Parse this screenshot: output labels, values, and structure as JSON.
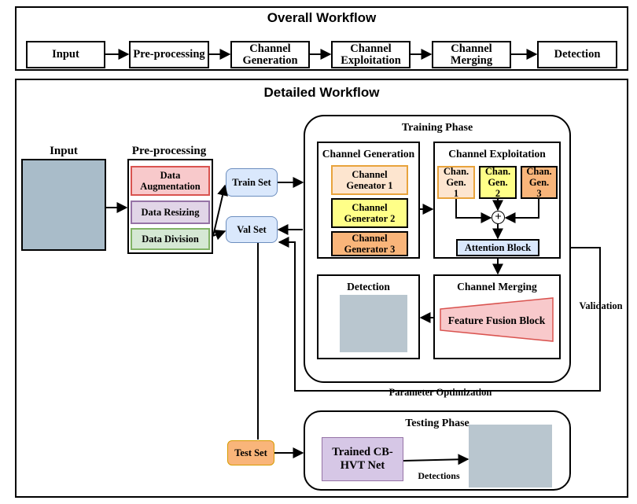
{
  "overall": {
    "title": "Overall Workflow",
    "steps": [
      "Input",
      "Pre-processing",
      "Channel Generation",
      "Channel Exploitation",
      "Channel Merging",
      "Detection"
    ]
  },
  "detailed": {
    "title": "Detailed Workflow",
    "input_label": "Input",
    "preprocessing": {
      "title": "Pre-processing",
      "items": [
        "Data Augmentation",
        "Data Resizing",
        "Data Division"
      ]
    },
    "train_set": "Train Set",
    "val_set": "Val Set",
    "test_set": "Test Set",
    "training_phase": {
      "title": "Training Phase",
      "channel_generation": {
        "title": "Channel Generation",
        "items": [
          "Channel Geneator 1",
          "Channel Generator 2",
          "Channel Generator 3"
        ]
      },
      "channel_exploitation": {
        "title": "Channel Exploitation",
        "gens": [
          "Chan. Gen. 1",
          "Chan. Gen. 2",
          "Chan. Gen. 3"
        ],
        "sum_symbol": "+",
        "attention": "Attention Block"
      },
      "channel_merging": {
        "title": "Channel Merging",
        "fusion": "Feature Fusion Block"
      },
      "detection_title": "Detection"
    },
    "validation_label": "Validation",
    "parameter_optimization": "Parameter Optimization",
    "testing_phase": {
      "title": "Testing Phase",
      "model": "Trained CB-HVT Net",
      "detections": "Detections"
    }
  },
  "colors": {
    "pink": "#f8c9cb",
    "pink_border": "#d9534f",
    "purple": "#e1d5e7",
    "purple_border": "#9673a6",
    "green": "#d5e8d4",
    "green_border": "#82b366",
    "blue": "#dae8fc",
    "blue_border": "#6c8ebf",
    "peach": "#fde5cf",
    "yellow": "#ffff88",
    "orange": "#f9b57a",
    "orange_border": "#d79b00",
    "lavender": "#d6c7e6"
  }
}
